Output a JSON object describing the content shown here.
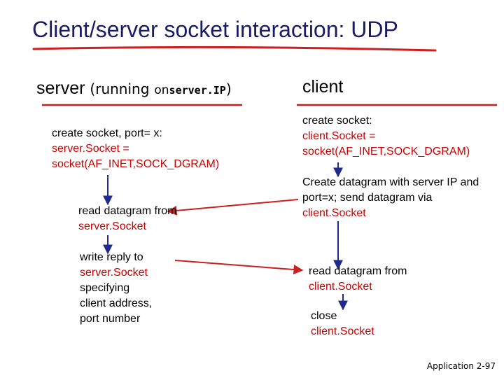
{
  "title": "Client/server socket interaction: UDP",
  "server_header": {
    "label": "server",
    "running_prefix": "(running",
    "on": "on",
    "host": "server.IP",
    "close_paren": ")"
  },
  "client_header": "client",
  "server_steps": {
    "create": {
      "line1": "create socket, port= x:",
      "line2": "server.Socket =",
      "line3": "socket(AF_INET,SOCK_DGRAM)"
    },
    "read": {
      "line1": "read datagram from",
      "line2": "server.Socket"
    },
    "write": {
      "line1": "write reply to",
      "line2": "server.Socket",
      "line3": "specifying",
      "line4": "client address,",
      "line5": "port number"
    }
  },
  "client_steps": {
    "create": {
      "line1": "create socket:",
      "line2": "client.Socket =",
      "line3": "socket(AF_INET,SOCK_DGRAM)"
    },
    "send": {
      "line1": "Create datagram with server IP and",
      "line2": "port=x; send datagram via",
      "line3": "client.Socket"
    },
    "read": {
      "line1": "read datagram from",
      "line2": "client.Socket"
    },
    "close": {
      "line1": "close",
      "line2": "client.Socket"
    }
  },
  "footer": "Application 2-97",
  "colors": {
    "title": "#1a1a66",
    "underline": "#cc1f1f",
    "highlight": "#cc0000",
    "flow_arrow": "#1f2a8c",
    "message_arrow": "#cc1f1f"
  }
}
